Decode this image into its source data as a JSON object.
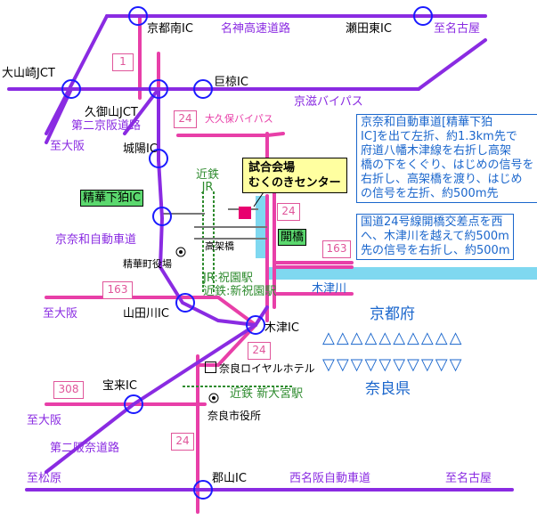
{
  "interchanges": {
    "kyoto_minami": "京都南IC",
    "seta_higashi": "瀬田東IC",
    "oyamazaki": "大山崎JCT",
    "kumiyama": "久御山JCT",
    "ogura": "巨椋IC",
    "joyo": "城陽IC",
    "seikashimokoma": "精華下狛IC",
    "yamadagawa": "山田川IC",
    "kizu": "木津IC",
    "horai": "宝来IC",
    "koriyama": "郡山IC"
  },
  "roads": {
    "meishin": "名神高速道路",
    "keiji_bypass": "京滋バイパス",
    "daini_keihan": "第二京阪道路",
    "okubo_bypass": "大久保バイパス",
    "keinawa": "京奈和自動車道",
    "daini_hanna": "第二阪奈道路",
    "nishimeihan": "西名阪自動車道"
  },
  "destinations": {
    "to_nagoya_top": "至名古屋",
    "to_osaka_1": "至大阪",
    "to_osaka_2": "至大阪",
    "to_osaka_3": "至大阪",
    "to_matsubara": "至松原",
    "to_nagoya_bottom": "至名古屋"
  },
  "route_numbers": {
    "r1": "1",
    "r24_okubo": "24",
    "r24_venue": "24",
    "r163_east": "163",
    "r163_west": "163",
    "r24_kizu": "24",
    "r308": "308",
    "r24_south": "24"
  },
  "railways": {
    "kintetsu_jr": "近鉄\nJR",
    "station_hosono": "JR:祝園駅\n近鉄:新祝園駅",
    "kintetsu_shin_omiya": "近鉄 新大宮駅"
  },
  "places": {
    "seika_town_hall": "精華町役場",
    "nara_city_hall": "奈良市役所",
    "kokasho": "高架橋",
    "kaikyo": "開橋",
    "kizugawa": "木津川",
    "kyoto_pref": "京都府",
    "nara_pref": "奈良県",
    "nara_royal_hotel": "奈良ロイヤルホテル"
  },
  "venue": {
    "label": "試合会場\nむくのきセンター"
  },
  "notes": {
    "directions_keinawa": "京奈和自動車道[精華下狛\nIC]を出て左折、約1.3km先で\n府道八幡木津線を右折し高架\n橋の下をくぐり、はじめの信号を\n右折し、高架橋を渡り、はじめ\nの信号を左折、約500m先",
    "directions_route24": "国道24号線開橋交差点を西\nへ、木津川を越えて約500m\n先の信号を右折し、約500m"
  },
  "colors": {
    "expressway": "#8a2be2",
    "national_road": "#e83fa8",
    "railway": "#2e8b2e",
    "river": "#7fd8f0",
    "venue_marker": "#e8006f",
    "note_border": "#1a66cc"
  },
  "icons": {
    "interchange": "circle-ring-icon",
    "town_hall": "bullseye-icon",
    "hotel": "square-icon",
    "prefecture_border": "triangle-icon"
  }
}
